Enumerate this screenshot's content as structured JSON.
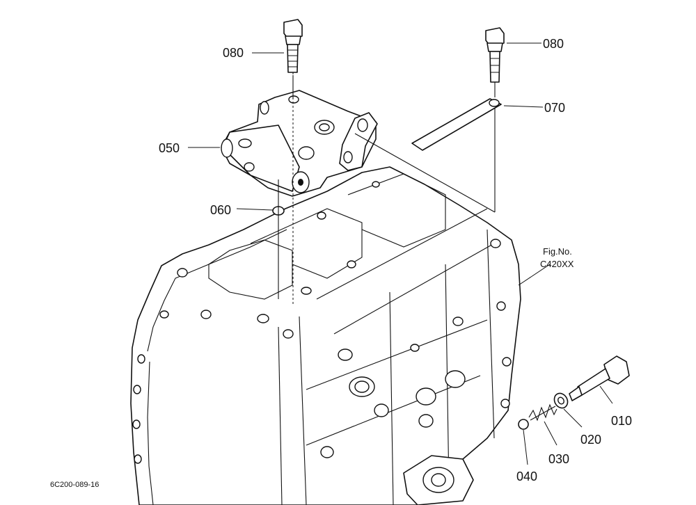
{
  "callouts": {
    "p010": "010",
    "p020": "020",
    "p030": "030",
    "p040": "040",
    "p050": "050",
    "p060": "060",
    "p070": "070",
    "p080_left": "080",
    "p080_right": "080"
  },
  "figure": {
    "label_line1": "Fig.No.",
    "label_line2": "C420XX"
  },
  "footer": {
    "code": "6C200-089-16"
  }
}
